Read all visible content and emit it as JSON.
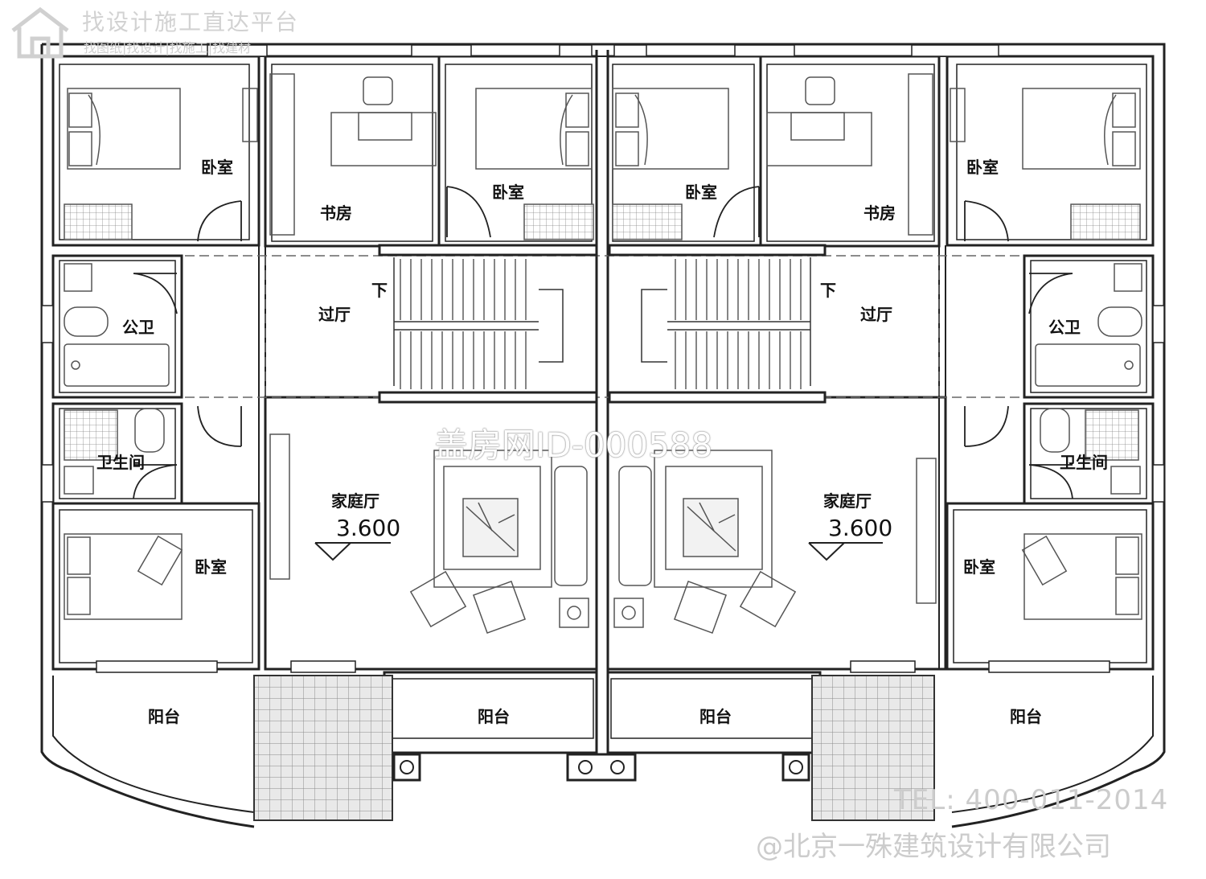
{
  "watermarks": {
    "logo_title": "找设计施工直达平台",
    "logo_subtitle": "找图纸|找设计|找施工|找建材",
    "center_id": "盖房网ID-000588",
    "tel": "TEL: 400-011-2014",
    "company": "@北京一殊建筑设计有限公司"
  },
  "rooms": {
    "bedroom": "卧室",
    "study": "书房",
    "hall": "过厅",
    "public_bath": "公卫",
    "bathroom": "卫生间",
    "family_room": "家庭厅",
    "balcony": "阳台",
    "down": "下"
  },
  "elevation": "3.600",
  "colors": {
    "line": "#222222",
    "furniture": "#555555",
    "grid": "#777777"
  }
}
